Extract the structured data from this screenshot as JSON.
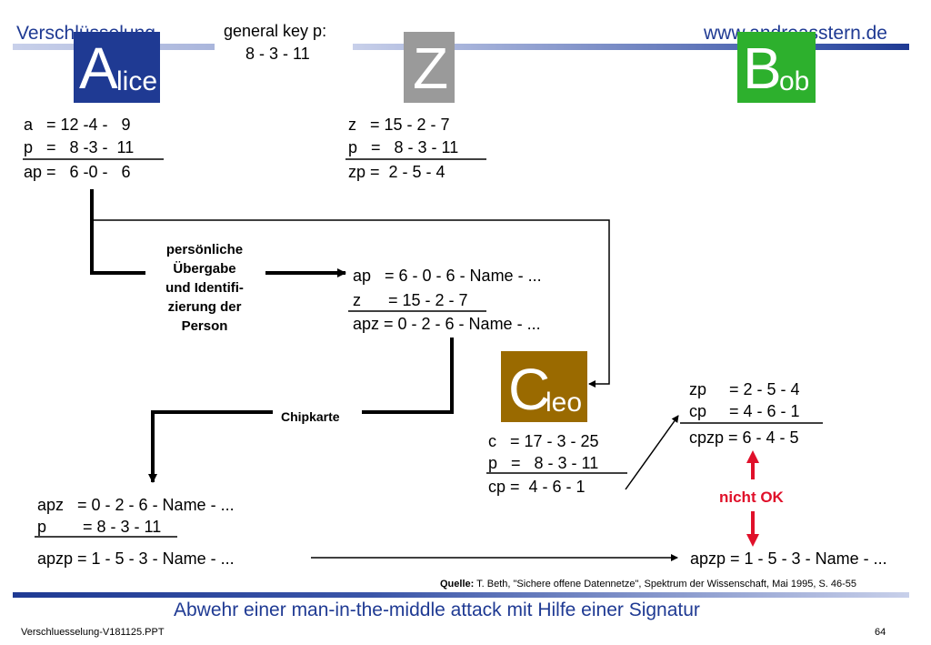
{
  "header": {
    "left": "Verschlüsselung",
    "right": "www.andreasstern.de",
    "key_label": "general key p:",
    "key_value": "8 - 3 - 11"
  },
  "parties": {
    "alice": {
      "cap": "A",
      "rest": "lice",
      "color": "#1f3a93"
    },
    "z": {
      "cap": "Z",
      "rest": "",
      "color": "#9a9a9a"
    },
    "bob": {
      "cap": "B",
      "rest": "ob",
      "color": "#2db02d"
    },
    "cleo": {
      "cap": "C",
      "rest": "leo",
      "color": "#9a6a00"
    }
  },
  "alice_calc": {
    "row1": "a   = 12 -4 -   9",
    "row2": "p   =   8 -3 -  11",
    "row3": "ap =   6 -0 -   6"
  },
  "z_calc": {
    "row1": "z   = 15 - 2 - 7",
    "row2": "p   =   8 - 3 - 11",
    "row3": "zp =  2 - 5 - 4"
  },
  "middle_calc": {
    "row1": "ap   = 6 - 0 - 6 - Name - ...",
    "row2": "z      = 15 - 2 - 7",
    "row3": "apz = 0 - 2 - 6 - Name - ..."
  },
  "handover_note": [
    "persönliche",
    "Übergabe",
    "und Identifi-",
    "zierung der",
    "Person"
  ],
  "chipkarte": "Chipkarte",
  "cleo_calc": {
    "row1": "c   = 17 - 3 - 25",
    "row2": "p   =   8 - 3 - 11",
    "row3": "cp =  4 - 6 - 1"
  },
  "bob_calc": {
    "row1": "zp     = 2 - 5 - 4",
    "row2": "cp     = 4 - 6 - 1",
    "row3": "cpzp = 6 - 4 - 5"
  },
  "card_calc": {
    "row1": "apz   = 0 - 2 - 6 - Name - ...",
    "row2": "p        = 8 - 3 - 11",
    "row3": "apzp = 1 - 5 - 3 - Name - ..."
  },
  "bob_apzp": "apzp = 1 - 5 - 3 - Name - ...",
  "nicht_ok": "nicht OK",
  "source": {
    "prefix": "Quelle:",
    "text": " T. Beth, \"Sichere offene Datennetze\", Spektrum der Wissenschaft, Mai 1995, S. 46-55"
  },
  "footer": {
    "title": "Abwehr einer man-in-the-middle attack mit Hilfe einer Signatur",
    "file": "Verschluesselung-V181125.PPT",
    "page": "64"
  },
  "colors": {
    "brand_blue": "#1f3a93",
    "alert_red": "#e0102a"
  }
}
